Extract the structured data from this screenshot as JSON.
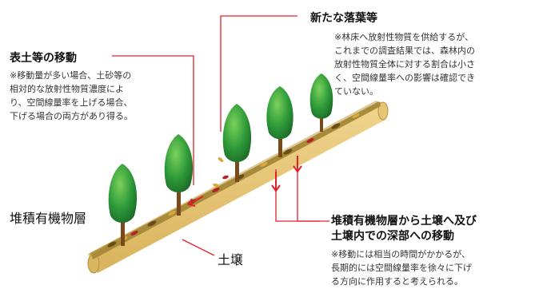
{
  "callouts": {
    "topsoil": {
      "title": "表土等の移動",
      "note_lines": [
        "※移動量が多い場合、土砂等の",
        "相対的な放射性物質濃度によ",
        "り、空間線量率を上げる場合、",
        "下げる場合の両方があり得る。"
      ]
    },
    "litterfall": {
      "title": "新たな落葉等",
      "note_lines": [
        "※林床へ放射性物質を供給するが、",
        "これまでの調査結果では、森林内の",
        "放射性物質全体に対する割合は小さ",
        "く、空間線量率への影響は確認でき",
        "ていない。"
      ]
    },
    "deep": {
      "title_lines": [
        "堆積有機物層から土壌へ及び",
        "土壌内での深部への移動"
      ],
      "note_lines": [
        "※移動には相当の時間がかかるが、",
        "長期的には空間線量率を徐々に下げ",
        "る方向に作用すると考えられる。"
      ]
    }
  },
  "labels": {
    "organic_layer": "堆積有機物層",
    "soil": "土壌"
  },
  "colors": {
    "soil": "#e6c87a",
    "soil_edge": "#c9a24c",
    "callout_line": "#e0202a",
    "foliage": "#2e9a3a",
    "trunk": "#7a4a1c"
  }
}
